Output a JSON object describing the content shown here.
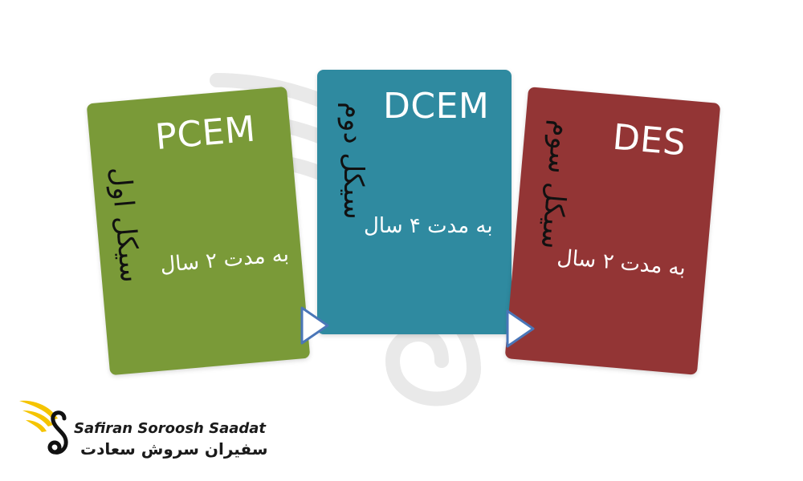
{
  "cards": [
    {
      "title": "PCEM",
      "cycle": "سیکل اول",
      "duration": "به مدت ۲ سال",
      "color": "#7a9a38"
    },
    {
      "title": "DCEM",
      "cycle": "سیکل دوم",
      "duration": "به مدت ۴ سال",
      "color": "#2f8aa0"
    },
    {
      "title": "DES",
      "cycle": "سیکل سوم",
      "duration": "به مدت ۲ سال",
      "color": "#933535"
    }
  ],
  "arrow_color": "#4a76b8",
  "brand": {
    "name_en": "Safiran Soroosh Saadat",
    "name_fa": "سفیران سروش سعادت",
    "accent": "#f5c400"
  }
}
